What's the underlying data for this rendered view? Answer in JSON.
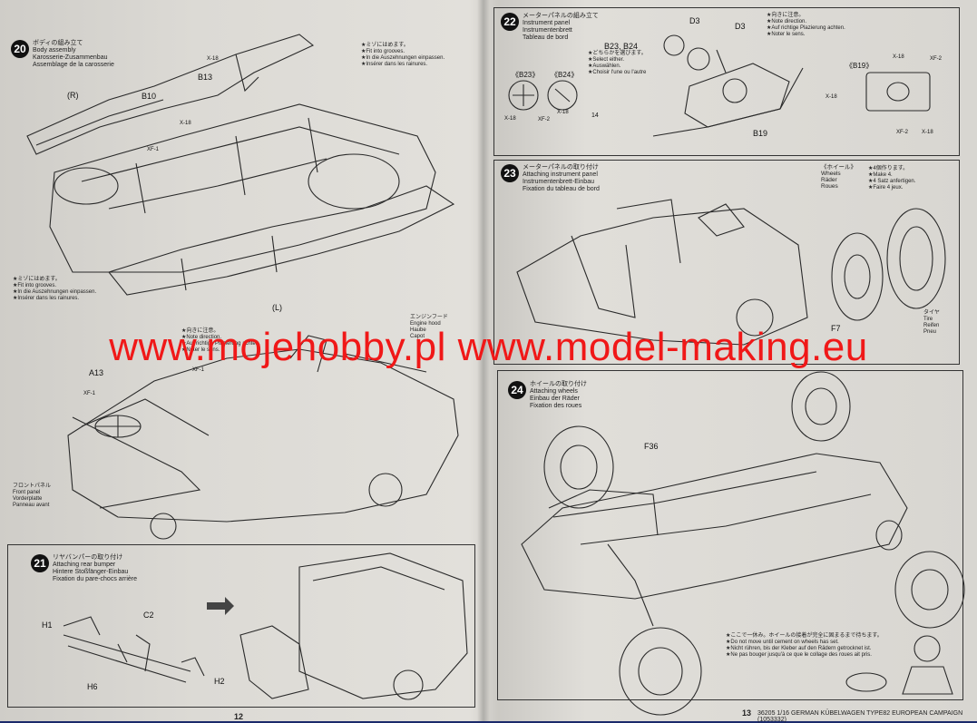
{
  "watermark": "www.mojehobby.pl www.model-making.eu",
  "steps": {
    "s20": {
      "num": "20",
      "jp": "ボディの組み立て",
      "en": "Body assembly",
      "de": "Karosserie-Zusammenbau",
      "fr": "Assemblage de la carosserie"
    },
    "s21": {
      "num": "21",
      "jp": "リヤバンパーの取り付け",
      "en": "Attaching rear bumper",
      "de": "Hintere Stoßfänger-Einbau",
      "fr": "Fixation du pare-chocs arrière"
    },
    "s22": {
      "num": "22",
      "jp": "メーターパネルの組み立て",
      "en": "Instrument panel",
      "de": "Instrumentenbrett",
      "fr": "Tableau de bord"
    },
    "s23": {
      "num": "23",
      "jp": "メーターパネルの取り付け",
      "en": "Attaching instrument panel",
      "de": "Instrumentenbrett-Einbau",
      "fr": "Fixation du tableau de bord"
    },
    "s24": {
      "num": "24",
      "jp": "ホイールの取り付け",
      "en": "Attaching wheels",
      "de": "Einbau der Räder",
      "fr": "Fixation des roues"
    }
  },
  "notes": {
    "grooves1": [
      "★ミゾにはめます。",
      "★Fit into grooves.",
      "★In die Auszehnungen einpassen.",
      "★Insérer dans les rainures."
    ],
    "grooves2": [
      "★ミゾにはめます。",
      "★Fit into grooves.",
      "★In die Auszehnungen einpassen.",
      "★Insérer dans les rainures."
    ],
    "direction22": [
      "★向きに注意。",
      "★Note direction.",
      "★Auf richtige Plazierung achten.",
      "★Noter le sens."
    ],
    "select": [
      "★どちらかを選びます。",
      "★Select either.",
      "★Auswählen.",
      "★Choisir l'une ou l'autre"
    ],
    "make4": [
      "★4個作ります。",
      "★Make 4.",
      "★4 Satz anfertigen.",
      "★Faire 4 jeux."
    ],
    "direction20": [
      "★向きに注意。",
      "★Note direction.",
      "★Auf richtige Plazierung achten.",
      "★Noter le sens."
    ],
    "wheels": [
      "《ホイール》",
      "Wheels",
      "Räder",
      "Roues"
    ],
    "tire": [
      "タイヤ",
      "Tire",
      "Reifen",
      "Pneu"
    ],
    "engine_hood": [
      "エンジンフード",
      "Engine hood",
      "Haube",
      "Capot"
    ],
    "front_panel": [
      "フロントパネル",
      "Front panel",
      "Vorderplatte",
      "Panneau avant"
    ],
    "cement": [
      "★ここで一休み。ホイールの接着が完全に固まるまで待ちます。",
      "★Do not move until cement on wheels has set.",
      "★Nicht rühren, bis der Kleber auf den Rädern getrocknet ist.",
      "★Ne pas bouger jusqu'à ce que le collage des roues ait pris."
    ]
  },
  "labels": {
    "R": "(R)",
    "L": "(L)",
    "B13": "B13",
    "B10": "B10",
    "X18a": "X-18",
    "X18b": "X-18",
    "XF1a": "XF-1",
    "XF1b": "XF-1",
    "XF1c": "XF-1",
    "A13": "A13",
    "H1": "H1",
    "C2": "C2",
    "H6": "H6",
    "H2": "H2",
    "D3a": "D3",
    "D3b": "D3",
    "B23B24": "B23, B24",
    "B23": "《B23》",
    "B24": "《B24》",
    "X18c": "X-18",
    "XF2a": "XF-2",
    "X18d": "X-18",
    "p14": "14",
    "B19title": "《B19》",
    "X18e": "X-18",
    "XF2b": "XF-2",
    "X18f": "X-18",
    "XF2c": "XF-2",
    "X18g": "X-18",
    "B19": "B19",
    "F36": "F36",
    "F7": "F7"
  },
  "footer": {
    "page12": "12",
    "page13": "13",
    "right": "36205  1/16 GERMAN KÜBELWAGEN TYPE82 EUROPEAN CAMPAIGN (1053332)"
  }
}
